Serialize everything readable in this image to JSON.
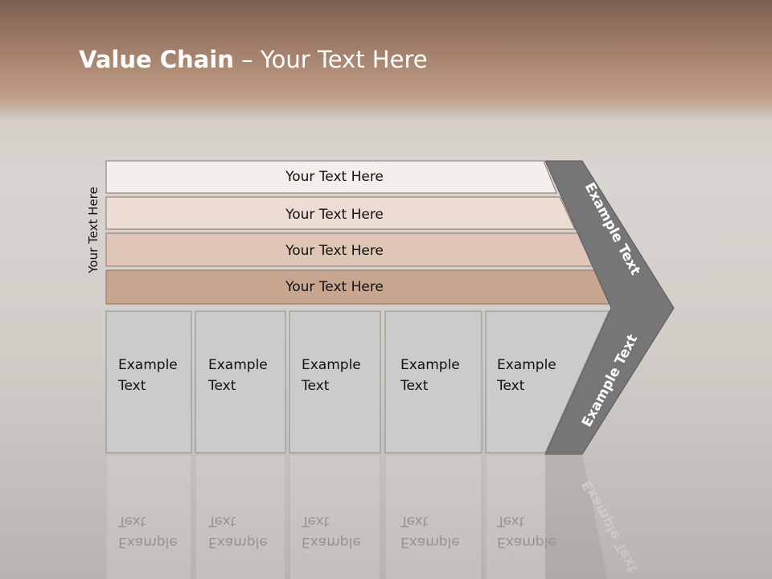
{
  "slide": {
    "title_bold": "Value Chain",
    "title_rest": " – Your Text Here",
    "side_label": "Your Text Here"
  },
  "rows": [
    {
      "label": "Your Text Here",
      "color": "#f4efec"
    },
    {
      "label": "Your Text Here",
      "color": "#ecdcd3"
    },
    {
      "label": "Your Text Here",
      "color": "#dfc6b7"
    },
    {
      "label": "Your Text Here",
      "color": "#c8a58f"
    }
  ],
  "columns": [
    {
      "line1": "Example",
      "line2": "Text"
    },
    {
      "line1": "Example",
      "line2": "Text"
    },
    {
      "line1": "Example",
      "line2": "Text"
    },
    {
      "line1": "Example",
      "line2": "Text"
    },
    {
      "line1": "Example",
      "line2": "Text"
    }
  ],
  "chevron": {
    "upper_label": "Example Text",
    "lower_label": "Example Text",
    "color": "#767676"
  }
}
